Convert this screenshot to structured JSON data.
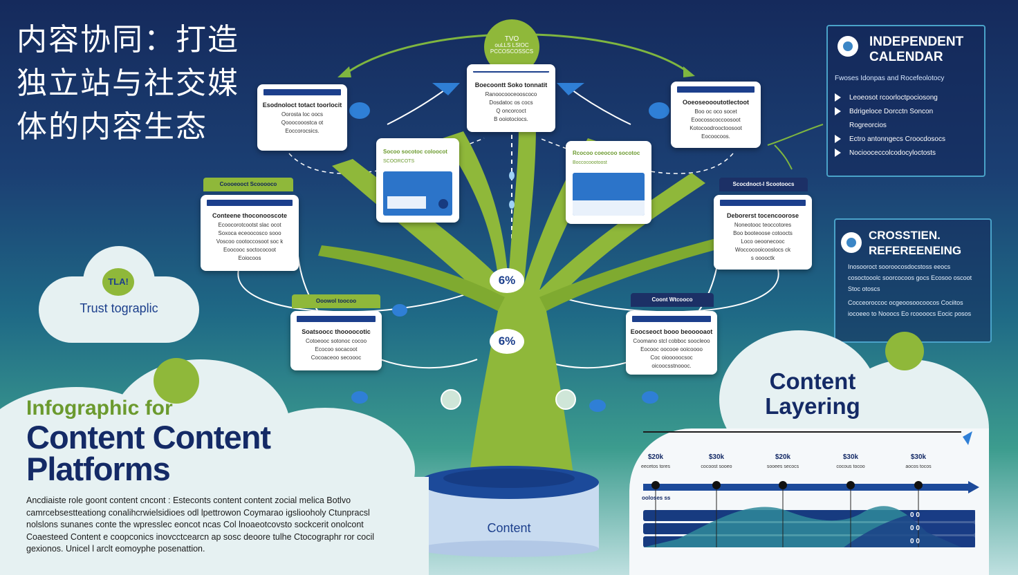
{
  "zh_title": "内容协同：打造独立站与社交媒体的内容生态",
  "top_badge": {
    "line1": "TVO",
    "line2": "ouLLS LSIOC",
    "line3": "PCCOSCOSSCS"
  },
  "cards": [
    {
      "id": "left-top",
      "title": "Esodnoloct totact toorlocit",
      "lines": [
        "Oorosta loc oocs",
        "Qooocooostca ot",
        "Eoccorocsics."
      ]
    },
    {
      "id": "center-top",
      "title": "Boecoontt Soko tonnatit",
      "lines": [
        "Ranoocooceooscoco",
        "Dosdatoc os cocs",
        "Q oncorcoct",
        "B ooiotociocs."
      ]
    },
    {
      "id": "right-top",
      "title": "Ooeoseoooutotlectoot",
      "lines": [
        "Boo oc oco socet",
        "Eoocosscoccoosoot",
        "Kotocoodrooctoosoot",
        "Eocoocoos."
      ]
    },
    {
      "id": "left-mid-screen",
      "title": "Socoo socotoc coloocot",
      "lines": [
        "SCOORCOTS"
      ]
    },
    {
      "id": "right-mid-screen",
      "title": "Rcocoo coeocoo socotoc",
      "lines": [
        "Boccocoootoost"
      ]
    },
    {
      "id": "left-mid",
      "title": "Conteene thoconooscote",
      "lines": [
        "Ecoocorotcootst slac ocot",
        "Soxoca eceoocosco sooo",
        "Voscoo cootoccosoot soc k",
        "Eoocooc soctococoot",
        "Eoiocoos"
      ]
    },
    {
      "id": "right-mid",
      "title": "Deborerst tocencoorose",
      "lines": [
        "Noneotooc teoccotores",
        "Boo booteoose cotoocts",
        "Loco oeoonecooc",
        "Woccocooicooslocs ck",
        "s ooooctk"
      ]
    },
    {
      "id": "left-bottom",
      "title": "Soatsoocc thoooocotic",
      "lines": [
        "Cotoeooc sotonoc cocoo",
        "Ecocoo socacoot",
        "Cocoaceoo secoooc"
      ]
    },
    {
      "id": "right-bottom",
      "title": "Eoocseoct booo beooooaot",
      "lines": [
        "Coomano stcl cobboc soocleoo",
        "Eocooc oocooe ooicoooo",
        "Coc oiooooocsoc",
        "oicoocsstnoooc."
      ]
    }
  ],
  "tags": {
    "left_mid": "Coooeooct Scooooco",
    "right_mid": "Scocdnoct-l Scootoocs",
    "left_bottom": "Ooowol toocoo",
    "right_bottom": "Coont Wtcooco"
  },
  "percent_top": "6%",
  "percent_bottom": "6%",
  "base_label": "Content",
  "cloud_left": {
    "badge": "TLA!",
    "label": "Trust tograplic"
  },
  "panel_calendar": {
    "head_line1": "INDEPENDENT",
    "head_line2": "CALENDAR",
    "subtitle": "Fwoses Idonpas and Rocefeolotocy",
    "items": [
      "Leoeosot rcoorloctpociosong",
      "Bdrigeloce Dorcctn Soncon",
      "Rogreorcios",
      "Ectro antonngecs Croocdosocs",
      "Nociooceccolcodocyloctosts"
    ]
  },
  "panel_cross": {
    "head_line1": "CROSSTIEN.",
    "head_line2": "REFEREENEING",
    "paragraphs": [
      "Inosooroct sooroocosdocstoss eeocs cosoctooolc soorcocoos gocs Ecosoo oscoot Stoc otoscs",
      "Cocceoroccoc ocgeoosoocoocos Cociitos iocoeeo to Nooocs Eo rcoooocs Eocic posos"
    ]
  },
  "title_block": {
    "line1": "Infographic for",
    "line2": "Content Content",
    "line3": "Platforms"
  },
  "description": "Ancdiaiste role goont content cncont : Esteconts content content zocial melica Botlvo camrcebsestteationg conalihcrwielsidioes odl lpettrowon Coymarao igsliooholy Ctunpracsl nolslons sunanes conte the wpresslec eoncot ncas Col lnoaeotcovsto sockcerit onolcont Coaesteed Content e coopconics inovcctcearcn ap sosc deoore tulhe Ctocographr ror cocil gexionos. Unicel l arclt eomoyphe posenattion.",
  "layering": {
    "title_line1": "Content",
    "title_line2": "Layering"
  },
  "timeline": {
    "labels": [
      "$20k",
      "$30k",
      "$20k",
      "$30k",
      "$30k"
    ],
    "subs": [
      "eecetos tores",
      "cocoost sooeo",
      "sooees secocs",
      "cocous tocoo",
      "aocos tocos"
    ],
    "axis_label": "ooloses ss",
    "row_numbers": [
      "0 0",
      "0 0",
      "0 0"
    ]
  },
  "colors": {
    "navy": "#142a66",
    "green": "#8fb83a",
    "blue": "#1c3f8c",
    "accent": "#4aa3c9"
  },
  "icons": [
    "calendar-icon",
    "link-icon",
    "chat-bubble-icon",
    "leaf-icon",
    "water-drop-icon"
  ]
}
